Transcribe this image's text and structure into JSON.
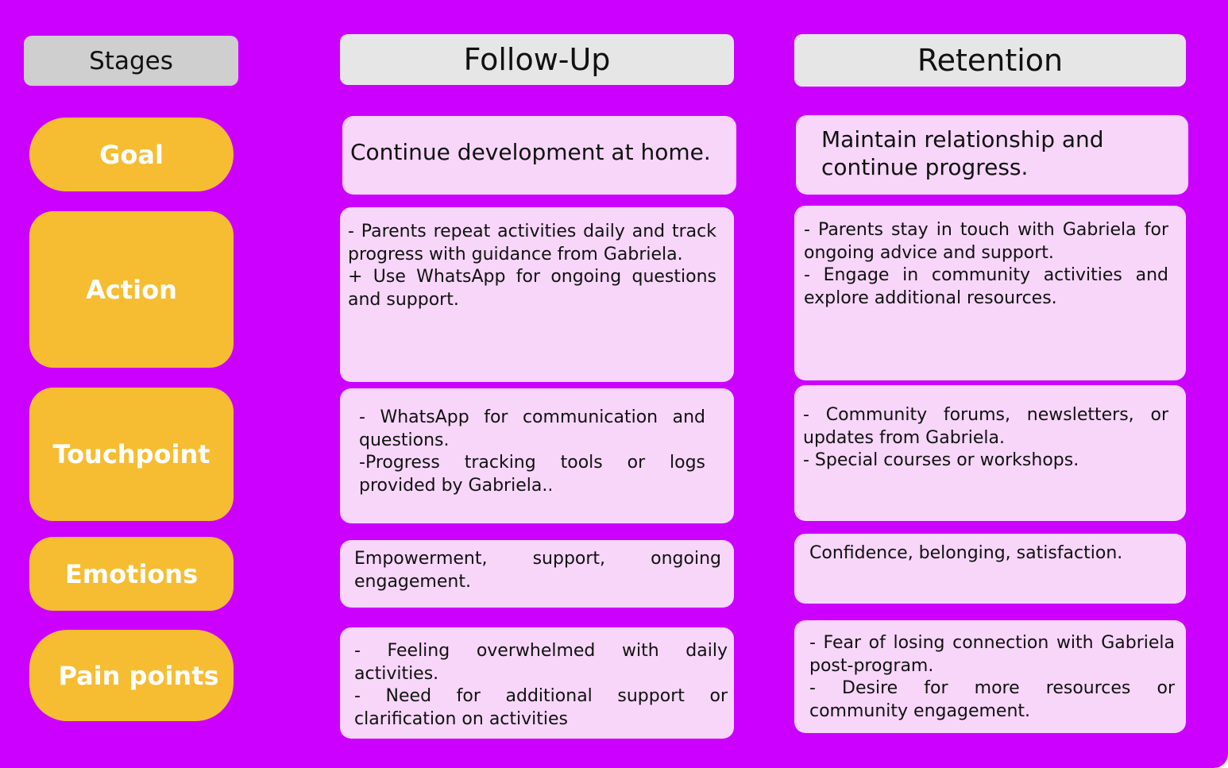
{
  "headers": {
    "stages": "Stages",
    "follow_up": "Follow-Up",
    "retention": "Retention"
  },
  "stages": {
    "goal": "Goal",
    "action": "Action",
    "touchpoint": "Touchpoint",
    "emotions": "Emotions",
    "pain_points": "Pain points"
  },
  "follow_up": {
    "goal": "Continue development at home.",
    "action": [
      "- Parents repeat activities daily and track progress with guidance from Gabriela.",
      "+ Use WhatsApp for ongoing questions and support."
    ],
    "touchpoint": [
      "- WhatsApp for communication and questions.",
      "-Progress tracking tools or logs provided by Gabriela.."
    ],
    "emotions": "Empowerment, support, ongoing engagement.",
    "pain_points": [
      "- Feeling overwhelmed with daily activities.",
      "- Need for additional support or clarification on activities"
    ]
  },
  "retention": {
    "goal": "Maintain relationship and continue progress.",
    "action": [
      "- Parents stay in touch with Gabriela for ongoing advice and support.",
      "- Engage in community activities and explore additional resources."
    ],
    "touchpoint": [
      "- Community forums, newsletters, or updates from Gabriela.",
      "- Special courses or workshops."
    ],
    "emotions": "Confidence, belonging, satisfaction.",
    "pain_points": [
      "- Fear of losing connection with Gabriela post-program.",
      "- Desire for more resources or community engagement."
    ]
  },
  "colors": {
    "background": "#cc00ff",
    "stage_pill": "#f6bd32",
    "header": "#e6e6e6",
    "card": "#f7d6f9"
  }
}
